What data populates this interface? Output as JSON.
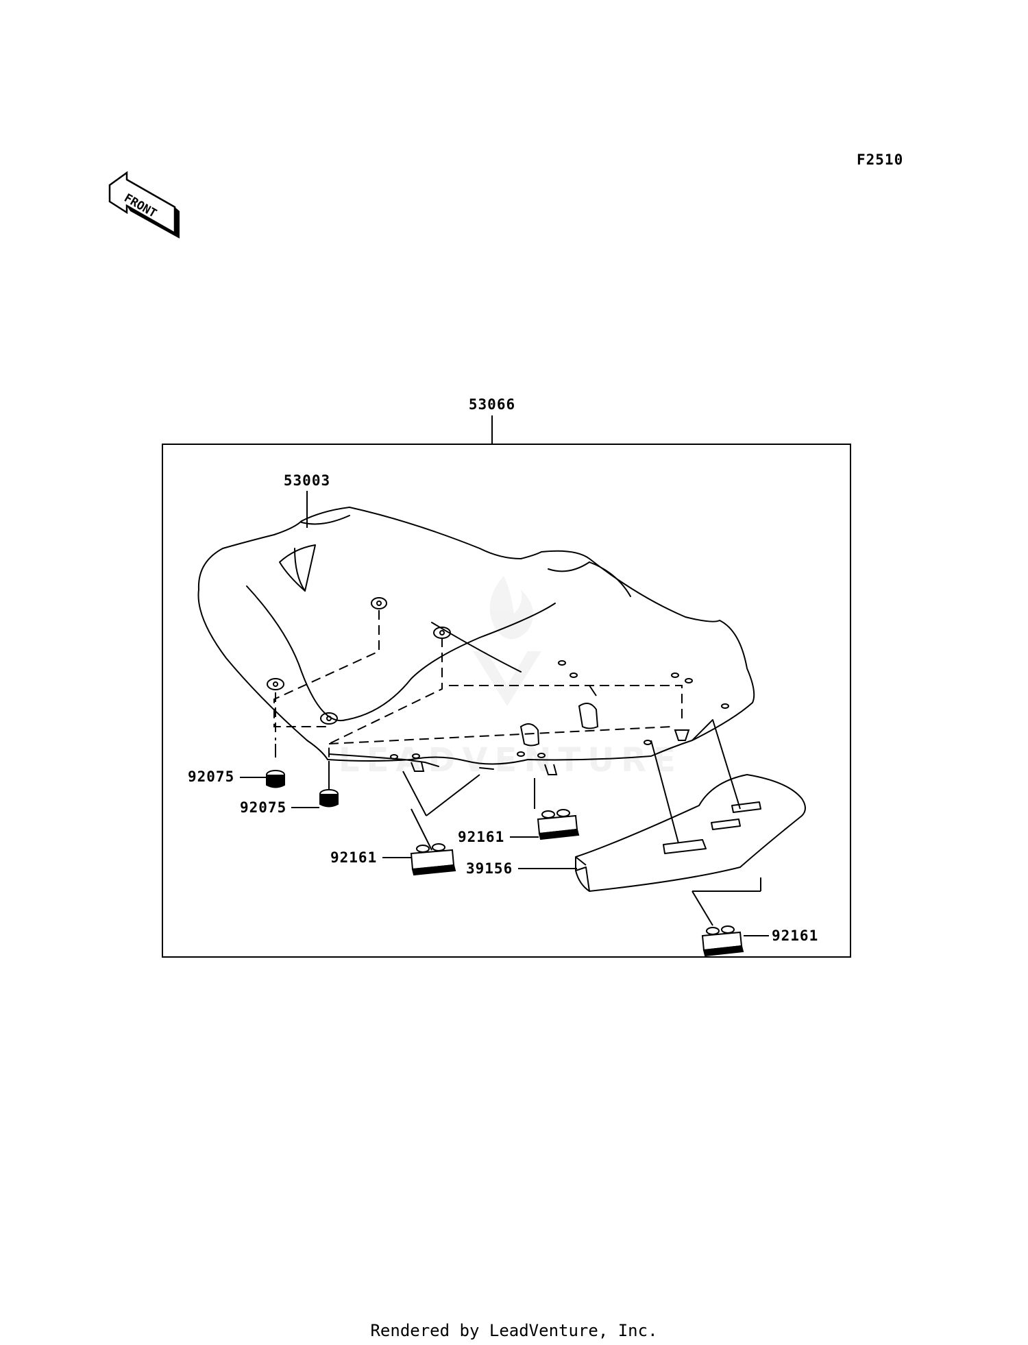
{
  "diagram_code": "F2510",
  "front_label": "FRONT",
  "parts": {
    "seat_assy": "53066",
    "seat": "53003",
    "damper_1": "92075",
    "damper_2": "92075",
    "clip_1": "92161",
    "clip_2": "92161",
    "clip_3": "92161",
    "tray": "39156"
  },
  "watermark": "LEADVENTURE",
  "footer": "Rendered by LeadVenture, Inc."
}
